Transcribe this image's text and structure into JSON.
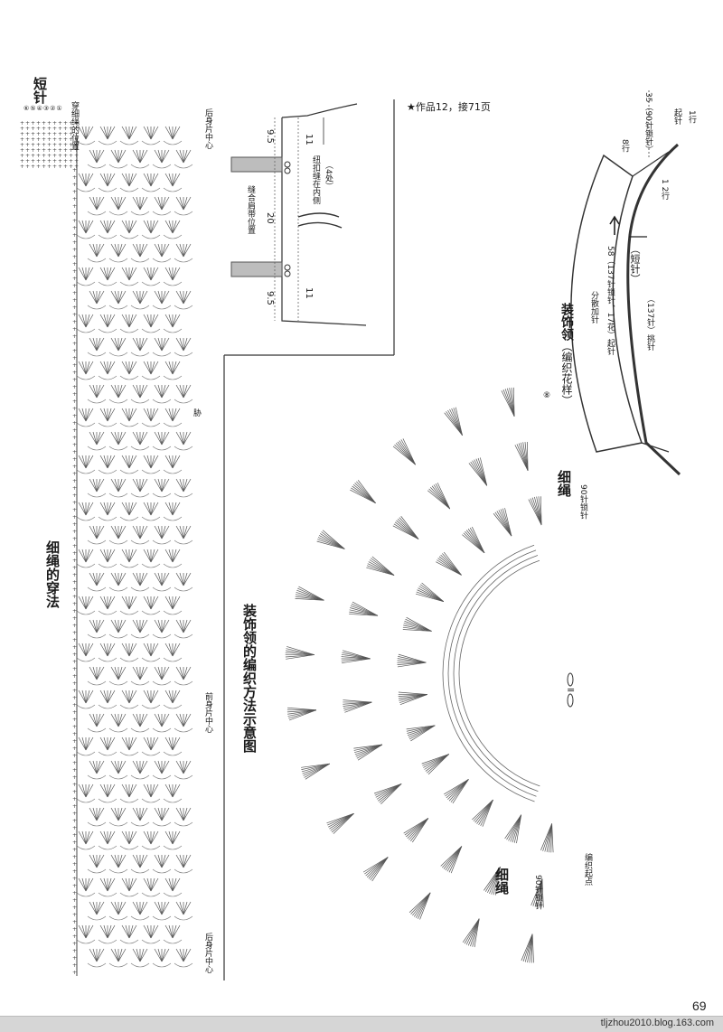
{
  "header": {
    "work_ref": "★作品12，接71页"
  },
  "strip_panel": {
    "title": "细绳的穿法",
    "short_stitch": "短针",
    "rope_position": "穿细绳的位置",
    "back_center_top": "后身片中心",
    "side": "胁",
    "front_center": "前身片中心",
    "back_center_bottom": "后身片中心",
    "row_labels": [
      "⑥",
      "⑤",
      "④",
      "③",
      "②",
      "①"
    ]
  },
  "shoulder_panel": {
    "dim_top": "9.5",
    "dim_mid": "20",
    "dim_bottom": "9.5",
    "dim_right_top": "11",
    "dim_right_bottom": "11",
    "strap_pos": "缝合肩带位置",
    "tie_note": "纽扣缝在内侧",
    "tie_count": "（4处）"
  },
  "collar_schema": {
    "title": "装饰领",
    "pattern": "（编织花样）",
    "chain_start": "起针",
    "row1": "1",
    "row1_unit": "行",
    "row8": "8",
    "row8_unit": "行",
    "row12": "1 2",
    "row12_unit": "行",
    "stitches_35": "35（90针锁针）",
    "short_stitch": "（短针）",
    "dim_58": "58（137针锁针、17花）起针",
    "inc_note": "分散加针",
    "stitches_137": "（137针）挑针"
  },
  "collar_chart": {
    "title": "装饰领的编织方法示意图",
    "rope_top": "细绳",
    "chain_90_top": "90针锁针",
    "rope_bottom": "细绳",
    "chain_90_bottom": "90针锁针",
    "start_point": "编织起点",
    "legend_eq": "=",
    "circled_row_top": "⑧"
  },
  "footer": {
    "page_number": "69",
    "url": "tljzhou2010.blog.163.com"
  }
}
